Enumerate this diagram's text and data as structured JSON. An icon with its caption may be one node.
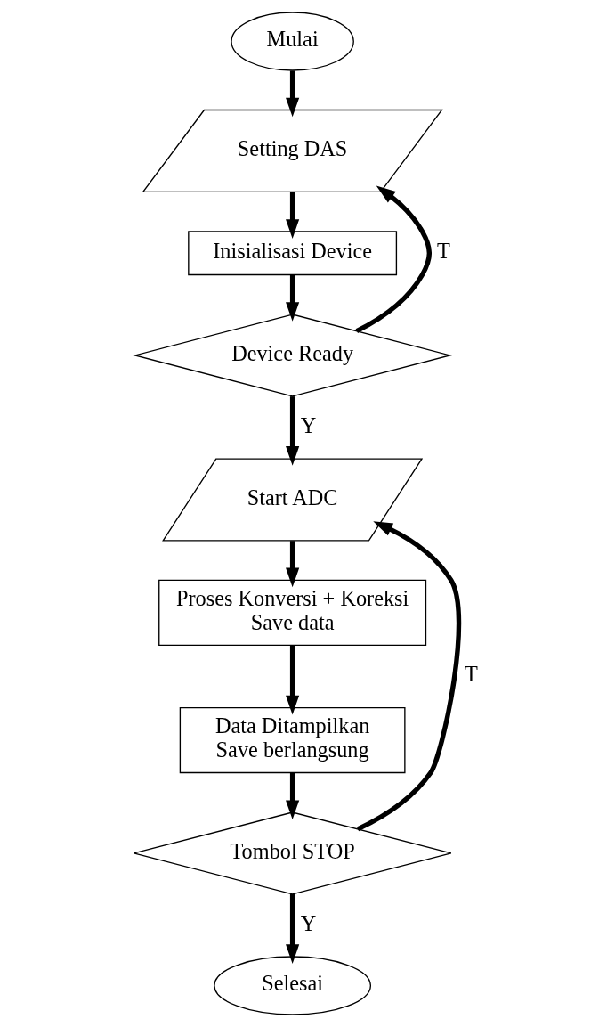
{
  "diagram": {
    "nodes": [
      {
        "text": [
          "Mulai"
        ]
      },
      {
        "text": [
          "Setting DAS"
        ]
      },
      {
        "text": [
          "Inisialisasi Device"
        ]
      },
      {
        "text": [
          "Device Ready"
        ]
      },
      {
        "text": [
          "Start ADC"
        ]
      },
      {
        "text": [
          "Proses Konversi + Koreksi",
          "Save data"
        ]
      },
      {
        "text": [
          "Data Ditampilkan",
          "Save berlangsung"
        ]
      },
      {
        "text": [
          "Tombol STOP"
        ]
      },
      {
        "text": [
          "Selesai"
        ]
      }
    ],
    "edges": [
      {
        "from": 0,
        "to": 1,
        "arrow": "to"
      },
      {
        "from": 1,
        "to": 2,
        "arrow": "to"
      },
      {
        "from": 2,
        "to": 3,
        "arrow": "to"
      },
      {
        "from": 3,
        "to": 1,
        "arrow": "to",
        "label": "T"
      },
      {
        "from": 3,
        "to": 4,
        "arrow": "to",
        "label": "Y"
      },
      {
        "from": 4,
        "to": 5,
        "arrow": "to"
      },
      {
        "from": 5,
        "to": 6,
        "arrow": "to"
      },
      {
        "from": 6,
        "to": 7,
        "arrow": "to"
      },
      {
        "from": 7,
        "to": 4,
        "arrow": "to",
        "label": "T"
      },
      {
        "from": 7,
        "to": 8,
        "arrow": "to",
        "label": "Y"
      }
    ]
  }
}
